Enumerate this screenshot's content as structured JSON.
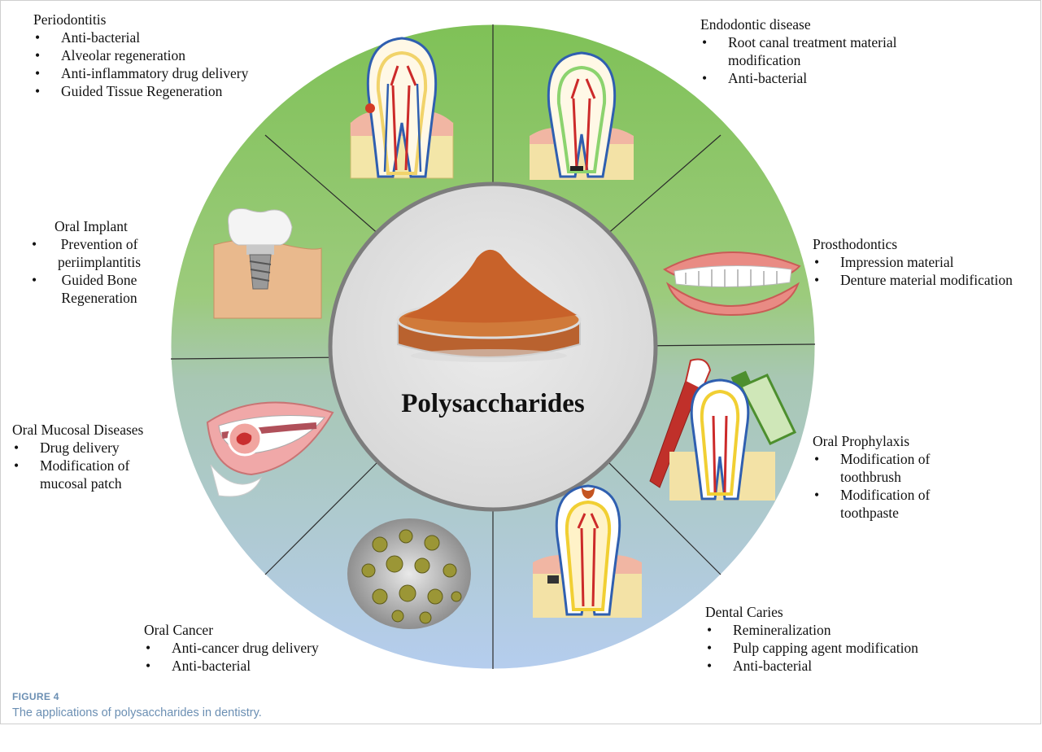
{
  "center": {
    "label": "Polysaccharides",
    "icon": "polysaccharide-powder-dish"
  },
  "sections": [
    {
      "id": "periodontitis",
      "title": "Periodontitis",
      "items": [
        "Anti-bacterial",
        "Alveolar regeneration",
        "Anti-inflammatory drug delivery",
        "Guided Tissue Regeneration"
      ],
      "icon": "periodontitis-tooth"
    },
    {
      "id": "endodontic",
      "title": "Endodontic disease",
      "items": [
        "Root canal treatment material modification",
        "Anti-bacterial"
      ],
      "items_display": [
        "Root canal treatment material",
        "modification",
        "Anti-bacterial"
      ],
      "icon": "endodontic-tooth"
    },
    {
      "id": "oral-implant",
      "title": "Oral Implant",
      "items": [
        "Prevention of periimplantitis",
        "Guided Bone Regeneration"
      ],
      "items_display": [
        "Prevention of",
        "periimplantitis",
        "Guided Bone",
        "Regeneration"
      ],
      "icon": "dental-implant"
    },
    {
      "id": "prosthodontics",
      "title": "Prosthodontics",
      "items": [
        "Impression material",
        "Denture material modification"
      ],
      "icon": "denture"
    },
    {
      "id": "oral-mucosal",
      "title": "Oral Mucosal Diseases",
      "items": [
        "Drug delivery",
        "Modification of mucosal patch"
      ],
      "items_display": [
        "Drug delivery",
        "Modification of",
        "mucosal patch"
      ],
      "icon": "mouth-lesion"
    },
    {
      "id": "oral-prophylaxis",
      "title": "Oral Prophylaxis",
      "items": [
        "Modification of toothbrush",
        "Modification of toothpaste"
      ],
      "items_display": [
        "Modification of",
        "toothbrush",
        "Modification of",
        "toothpaste"
      ],
      "icon": "toothbrush-toothpaste"
    },
    {
      "id": "oral-cancer",
      "title": "Oral Cancer",
      "items": [
        "Anti-cancer drug delivery",
        "Anti-bacterial"
      ],
      "icon": "cancer-cells"
    },
    {
      "id": "dental-caries",
      "title": "Dental Caries",
      "items": [
        "Remineralization",
        "Pulp capping agent modification",
        "Anti-bacterial"
      ],
      "icon": "caries-tooth"
    }
  ],
  "caption": {
    "label": "FIGURE 4",
    "text": "The applications of polysaccharides in dentistry."
  },
  "colors": {
    "green": "#86c55e",
    "blue": "#a7c1e8",
    "center_fill": "#e4e4e4",
    "ring": "#8a8a8a",
    "powder": "#c0622a"
  }
}
